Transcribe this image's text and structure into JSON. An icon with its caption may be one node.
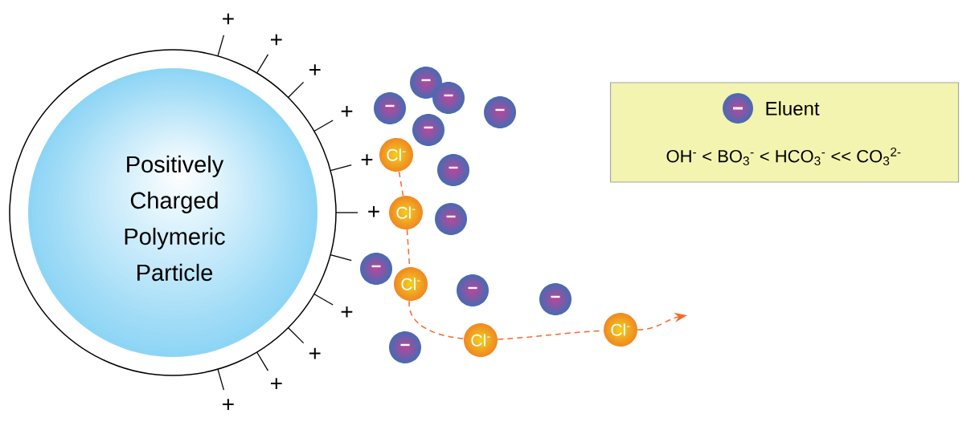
{
  "diagram": {
    "nodes": [
      {
        "text": [
          "Positively Charged Polymeric Particle"
        ]
      },
      {
        "text": [
          "Cl$^{-}$"
        ]
      },
      {
        "text": [
          "Cl$^{-}$"
        ]
      },
      {
        "text": [
          "Cl$^{-}$"
        ]
      },
      {
        "text": [
          "Cl$^{-}$"
        ]
      },
      {
        "text": [
          "Cl$^{-}$"
        ]
      },
      {
        "text": [
          "−"
        ]
      },
      {
        "text": [
          "−"
        ]
      },
      {
        "text": [
          "−"
        ]
      },
      {
        "text": [
          "−"
        ]
      },
      {
        "text": [
          "−"
        ]
      },
      {
        "text": [
          "−"
        ]
      },
      {
        "text": [
          "−"
        ]
      },
      {
        "text": [
          "−"
        ]
      },
      {
        "text": [
          "−"
        ]
      },
      {
        "text": [
          "−"
        ]
      },
      {
        "text": [
          "−"
        ]
      },
      {
        "text": [
          "OH$^{-}$ < BO$_{3}$$^{-}$ < HCO$_{3}$$^{-}$ << CO$_{3}$$^{2-}$"
        ]
      }
    ],
    "edges": [
      {
        "from": 1,
        "to": 2,
        "arrow": "none",
        "style": "dashed",
        "color": "#f26a2a"
      },
      {
        "from": 2,
        "to": 3,
        "arrow": "none",
        "style": "dashed",
        "color": "#f26a2a"
      },
      {
        "from": 3,
        "to": 4,
        "arrow": "none",
        "style": "dashed",
        "color": "#f26a2a"
      },
      {
        "from": 4,
        "to": 5,
        "arrow": "none",
        "style": "dashed",
        "color": "#f26a2a"
      },
      {
        "from": 5,
        "to": null,
        "arrow": "to",
        "style": "dashed",
        "color": "#f26a2a"
      }
    ],
    "labels": [
      "+",
      "+",
      "+",
      "+",
      "+",
      "+",
      "+",
      "+",
      "+",
      "+"
    ],
    "legend": [
      {
        "text": "Eluent"
      }
    ]
  }
}
